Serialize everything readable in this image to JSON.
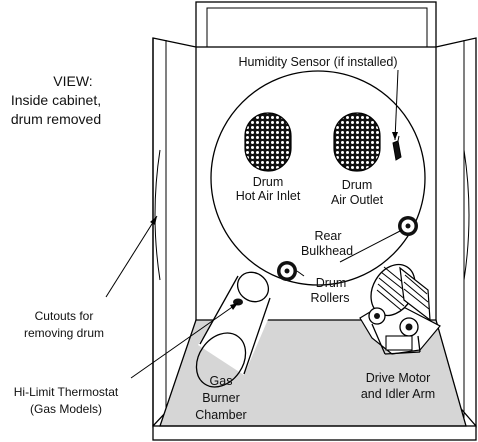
{
  "view_note": {
    "line1": "VIEW:",
    "line2": "Inside cabinet,",
    "line3": "drum removed"
  },
  "labels": {
    "humidity_sensor": "Humidity Sensor (if installed)",
    "drum_hot_air_inlet": {
      "line1": "Drum",
      "line2": "Hot Air Inlet"
    },
    "drum_air_outlet": {
      "line1": "Drum",
      "line2": "Air Outlet"
    },
    "rear_bulkhead": {
      "line1": "Rear",
      "line2": "Bulkhead"
    },
    "drum_rollers": {
      "line1": "Drum",
      "line2": "Rollers"
    },
    "cutouts": {
      "line1": "Cutouts for",
      "line2": "removing drum"
    },
    "hi_limit": {
      "line1": "Hi-Limit Thermostat",
      "line2": "(Gas Models)"
    },
    "gas_burner": {
      "line1": "Gas",
      "line2": "Burner",
      "line3": "Chamber"
    },
    "drive_motor": {
      "line1": "Drive Motor",
      "line2": "and Idler Arm"
    }
  },
  "colors": {
    "floor": "#d6d6d6",
    "line": "#000000",
    "background": "#ffffff"
  }
}
